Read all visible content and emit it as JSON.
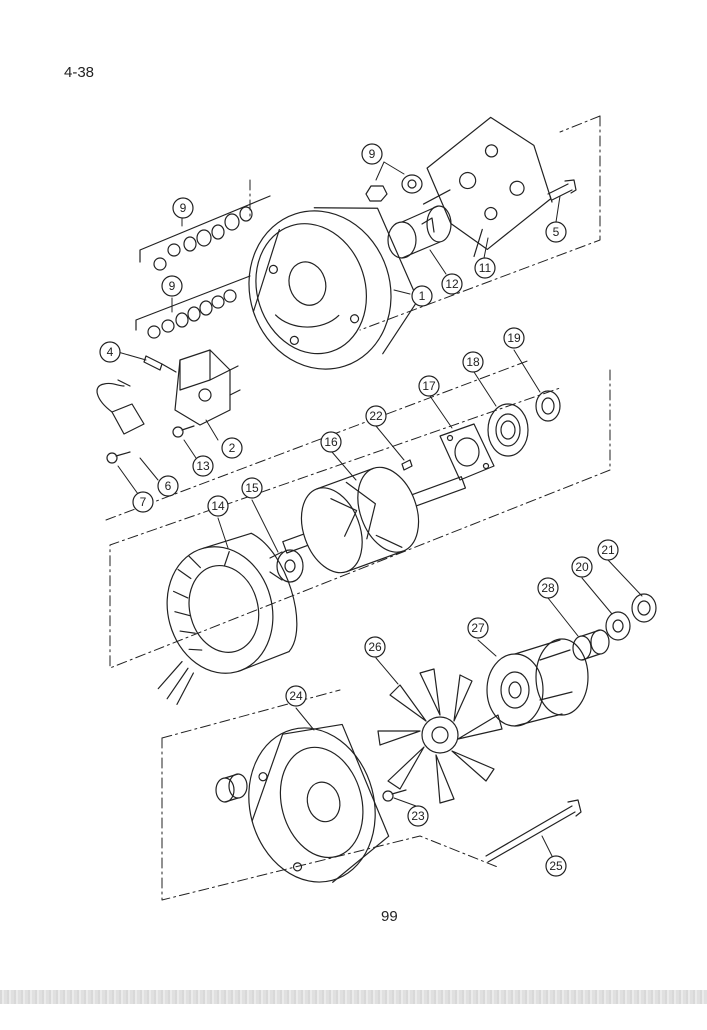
{
  "page_code": "4-38",
  "page_number": "99",
  "callouts": [
    {
      "id": "c1",
      "label": "1"
    },
    {
      "id": "c2",
      "label": "2"
    },
    {
      "id": "c4",
      "label": "4"
    },
    {
      "id": "c5",
      "label": "5"
    },
    {
      "id": "c6",
      "label": "6"
    },
    {
      "id": "c7",
      "label": "7"
    },
    {
      "id": "c9a",
      "label": "9"
    },
    {
      "id": "c9b",
      "label": "9"
    },
    {
      "id": "c9c",
      "label": "9"
    },
    {
      "id": "c11",
      "label": "11"
    },
    {
      "id": "c12",
      "label": "12"
    },
    {
      "id": "c13",
      "label": "13"
    },
    {
      "id": "c14",
      "label": "14"
    },
    {
      "id": "c15",
      "label": "15"
    },
    {
      "id": "c16",
      "label": "16"
    },
    {
      "id": "c17",
      "label": "17"
    },
    {
      "id": "c18",
      "label": "18"
    },
    {
      "id": "c19",
      "label": "19"
    },
    {
      "id": "c20",
      "label": "20"
    },
    {
      "id": "c21",
      "label": "21"
    },
    {
      "id": "c22",
      "label": "22"
    },
    {
      "id": "c23",
      "label": "23"
    },
    {
      "id": "c24",
      "label": "24"
    },
    {
      "id": "c25",
      "label": "25"
    },
    {
      "id": "c26",
      "label": "26"
    },
    {
      "id": "c27",
      "label": "27"
    },
    {
      "id": "c28",
      "label": "28"
    }
  ]
}
